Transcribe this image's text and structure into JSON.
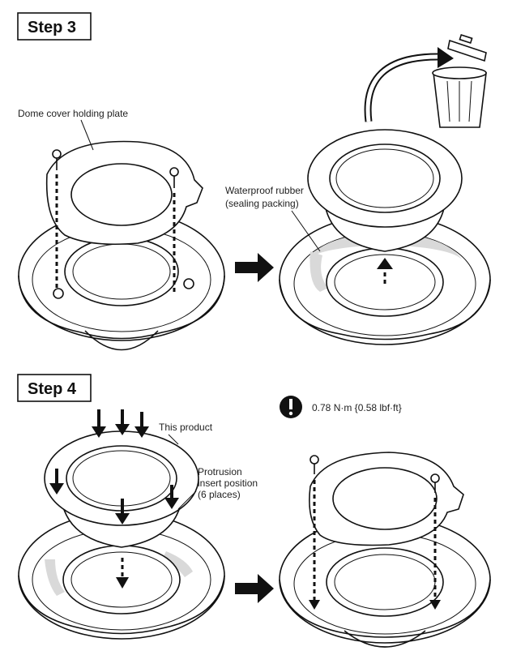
{
  "step3": {
    "title": "Step 3",
    "label_plate": "Dome cover holding plate",
    "label_rubber_line1": "Waterproof rubber",
    "label_rubber_line2": "(sealing packing)"
  },
  "step4": {
    "title": "Step 4",
    "torque": "0.78 N·m {0.58 lbf·ft}",
    "label_product": "This product",
    "label_protrusion_line1": "Protrusion",
    "label_protrusion_line2": "insert position",
    "label_protrusion_line3": "(6 places)"
  },
  "icons": [
    "screw-icon",
    "trash-can-icon",
    "caution-icon",
    "right-arrow-icon"
  ]
}
